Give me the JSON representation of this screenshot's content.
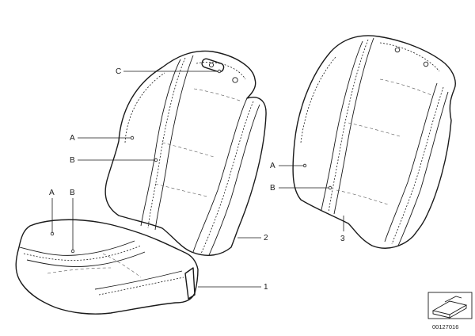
{
  "labels": {
    "c": "C",
    "a_left_back": "A",
    "b_left_back": "B",
    "a_cushion": "A",
    "b_cushion": "B",
    "num_2": "2",
    "num_1": "1",
    "a_right": "A",
    "b_right": "B",
    "num_3": "3"
  },
  "catalog_number": "00127016",
  "icons": {
    "thumbnail": "seat-part-thumbnail-icon"
  }
}
